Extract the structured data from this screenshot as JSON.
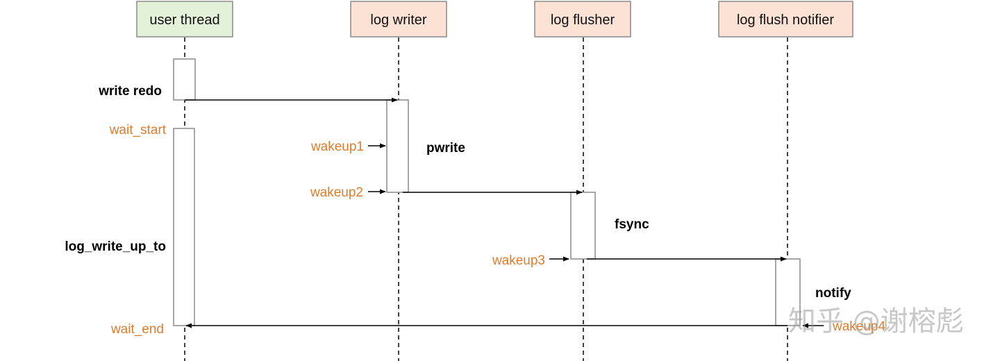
{
  "participants": {
    "user_thread": "user thread",
    "log_writer": "log writer",
    "log_flusher": "log flusher",
    "log_flush_notifier": "log flush notifier"
  },
  "messages": {
    "write_redo": "write redo",
    "log_write_up_to": "log_write_up_to",
    "pwrite": "pwrite",
    "fsync": "fsync",
    "notify": "notify"
  },
  "events": {
    "wait_start": "wait_start",
    "wait_end": "wait_end",
    "wakeup1": "wakeup1",
    "wakeup2": "wakeup2",
    "wakeup3": "wakeup3",
    "wakeup4": "wakeup4"
  },
  "watermark": "知乎 @谢榕彪",
  "colors": {
    "user_thread_fill": "#e3f1d9",
    "worker_fill": "#fbe2d5",
    "box_stroke": "#8a8a8a",
    "event_text": "#e07b2c",
    "line": "#000000"
  }
}
